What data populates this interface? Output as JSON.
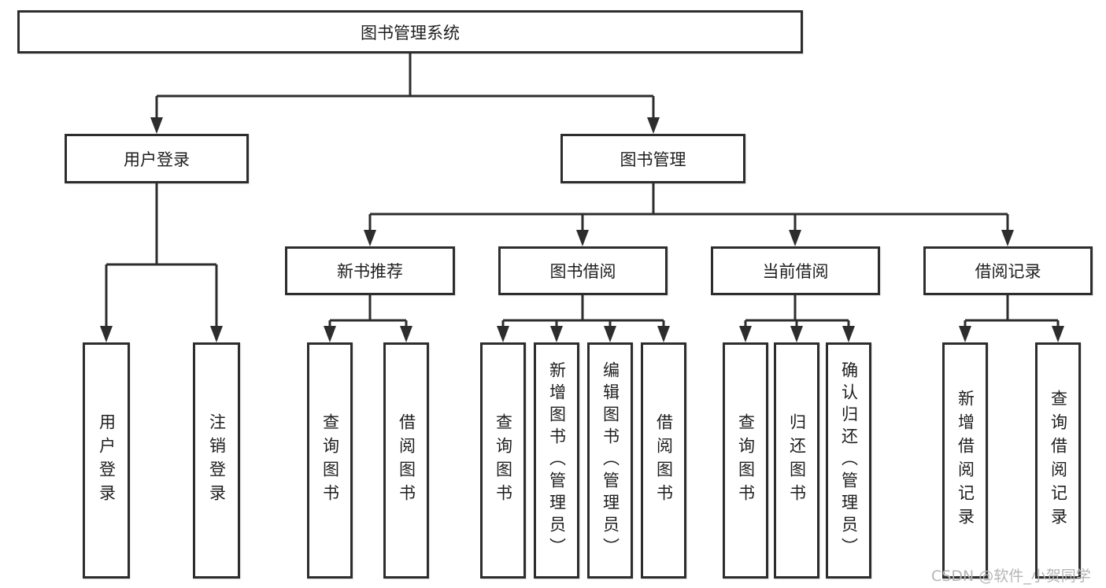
{
  "diagram": {
    "root": "图书管理系统",
    "branches": [
      {
        "label": "用户登录",
        "children": [
          "用户登录",
          "注销登录"
        ]
      },
      {
        "label": "图书管理",
        "sections": [
          {
            "label": "新书推荐",
            "children": [
              "查询图书",
              "借阅图书"
            ]
          },
          {
            "label": "图书借阅",
            "children": [
              "查询图书",
              "新增图书（管理员）",
              "编辑图书（管理员）",
              "借阅图书"
            ]
          },
          {
            "label": "当前借阅",
            "children": [
              "查询图书",
              "归还图书",
              "确认归还（管理员）"
            ]
          },
          {
            "label": "借阅记录",
            "children": [
              "新增借阅记录",
              "查询借阅记录"
            ]
          }
        ]
      }
    ]
  },
  "watermark": {
    "text": "CSDN @软件_小贺同学"
  },
  "colors": {
    "line": "#2d2d2d",
    "box_border": "#2d2d2d",
    "text": "#1e1e1e",
    "background": "#ffffff",
    "watermark": "#b5b5b5"
  }
}
